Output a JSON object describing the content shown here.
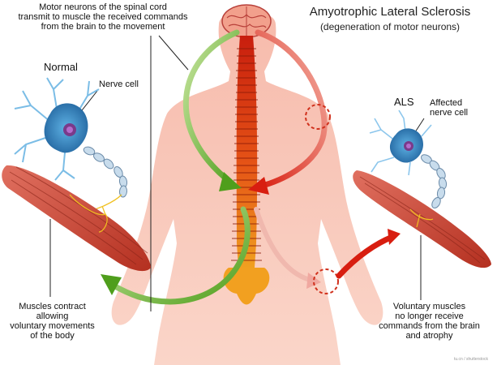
{
  "title": "Amyotrophic Lateral Sclerosis",
  "subtitle": "(degeneration of motor neurons)",
  "motor_neurons_text": [
    "Motor neurons of the spinal cord",
    "transmit to muscle the received commands",
    "from the brain to the movement"
  ],
  "normal": {
    "heading": "Normal",
    "nerve_cell": "Nerve cell",
    "muscles_text": [
      "Muscles contract",
      "allowing",
      "voluntary movements",
      "of the body"
    ]
  },
  "als": {
    "heading": "ALS",
    "affected_cell": [
      "Affected",
      "nerve cell"
    ],
    "muscles_text": [
      "Voluntary muscles",
      "no longer receive",
      "commands from the brain",
      "and atrophy"
    ]
  },
  "watermark": "tu.cn / shutterstock",
  "colors": {
    "body": "#f7c3b3",
    "spine_top": "#d42a10",
    "spine_bottom": "#f0a020",
    "arrow_green": "#74b82b",
    "arrow_red": "#e0261a",
    "neuron": "#3a88c0",
    "muscle": "#c94a3c"
  }
}
